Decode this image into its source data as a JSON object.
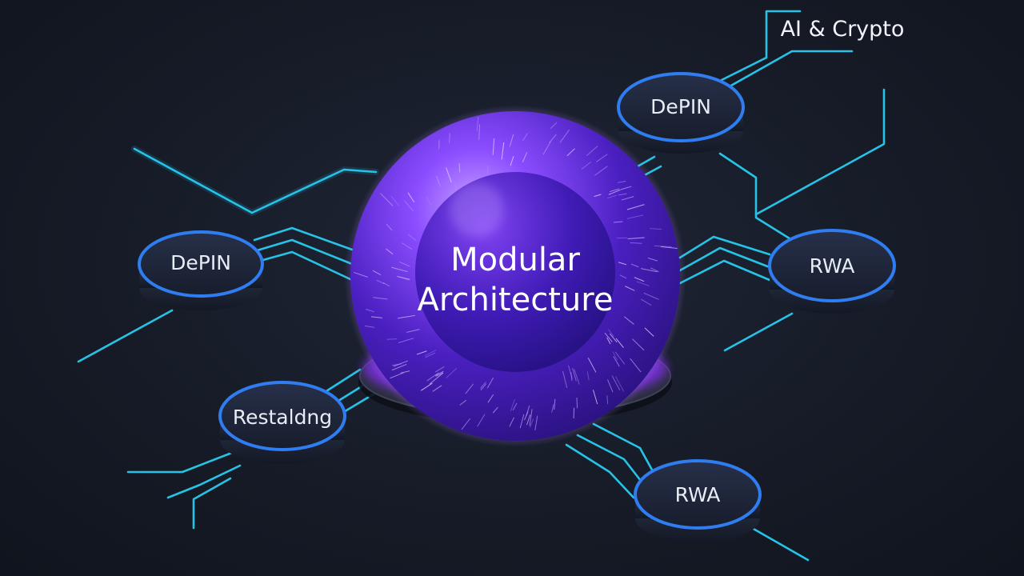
{
  "core": {
    "line1": "Modular",
    "line2": "Architecture"
  },
  "corner_label": "AI & Crypto",
  "nodes": [
    {
      "id": "depin-left",
      "label": "DePIN"
    },
    {
      "id": "depin-top-right",
      "label": "DePIN"
    },
    {
      "id": "rwa-right",
      "label": "RWA"
    },
    {
      "id": "restaking-bottom-left",
      "label": "Restaldng"
    },
    {
      "id": "rwa-bottom-right",
      "label": "RWA"
    }
  ],
  "colors": {
    "background": "#161b27",
    "circuit": "#27c3e6",
    "node_fill": "#1d2536",
    "node_rim": "#2f7df0",
    "core_purple": "#6a2fe0",
    "core_violet": "#a66cff"
  }
}
